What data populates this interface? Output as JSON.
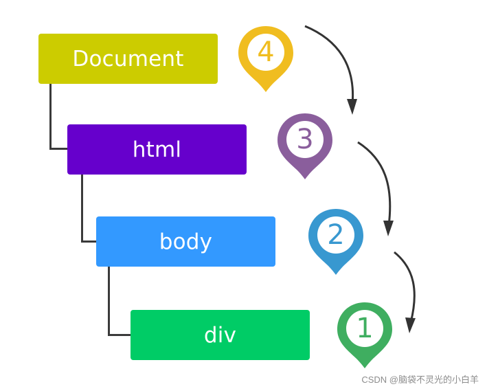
{
  "nodes": [
    {
      "label": "Document",
      "color": "#cccc00"
    },
    {
      "label": "html",
      "color": "#6600cc"
    },
    {
      "label": "body",
      "color": "#3399ff"
    },
    {
      "label": "div",
      "color": "#00cc66"
    }
  ],
  "pins": [
    {
      "number": "4",
      "color": "#f0bd20"
    },
    {
      "number": "3",
      "color": "#8a5e9c"
    },
    {
      "number": "2",
      "color": "#3898d0"
    },
    {
      "number": "1",
      "color": "#3fae60"
    }
  ],
  "watermark": "CSDN @脑袋不灵光的小白羊"
}
